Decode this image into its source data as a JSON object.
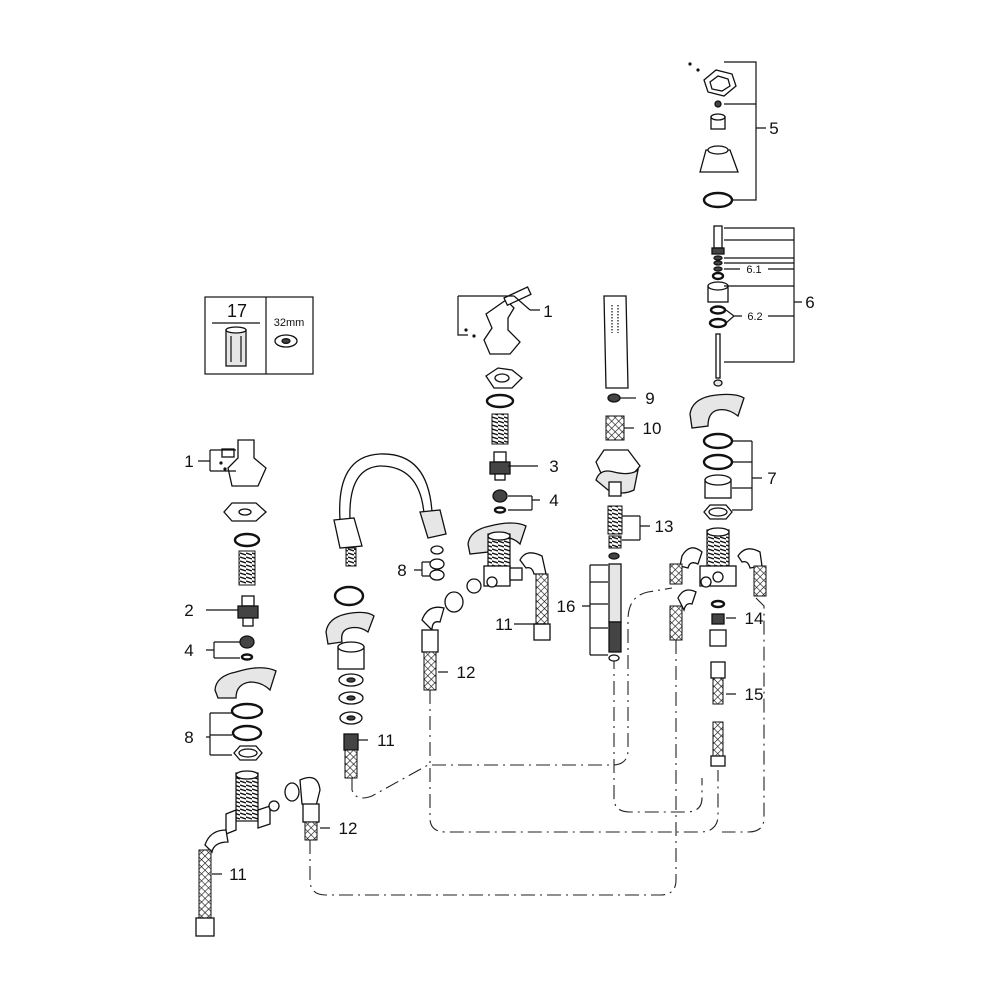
{
  "labels": {
    "l1": "1",
    "l2": "2",
    "l3": "3",
    "l4": "4",
    "l5": "5",
    "l6": "6",
    "l6_1": "6.1",
    "l6_2": "6.2",
    "l7": "7",
    "l8": "8",
    "l9": "9",
    "l10": "10",
    "l11": "11",
    "l12": "12",
    "l13": "13",
    "l14": "14",
    "l15": "15",
    "l16": "16",
    "l17": "17"
  },
  "tool_box": {
    "number": "17",
    "size": "32mm"
  }
}
